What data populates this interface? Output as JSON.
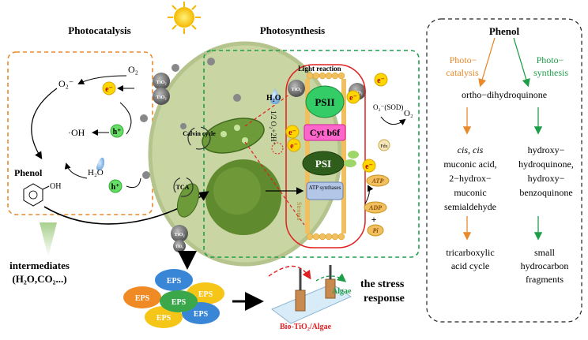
{
  "photocatalysis_panel": {
    "title": "Photocatalysis",
    "o2": "O₂",
    "o2_radical": "O₂⁻",
    "electron": "e⁻",
    "hydroxyl": "·OH",
    "hole": "h⁺",
    "water": "H₂O",
    "phenol": "Phenol",
    "oh": "OH",
    "tio2": "TiO₂",
    "tio2_small": "TiO₂"
  },
  "intermediates": {
    "line1": "intermediates",
    "line2": "(H₂O,CO₂...)"
  },
  "photosynthesis_panel": {
    "title": "Photosynthesis",
    "light_reaction": "Light reaction",
    "water": "H₂O",
    "water_split": "1/2 O₂+2H⁺",
    "calvin": "Calvin cycle",
    "tca": "TCA",
    "psii": "PSII",
    "cytb6f": "Cyt b6f",
    "psi": "PSI",
    "atp_synthases": "ATP synthases",
    "atp": "ATP",
    "adp": "ADP",
    "plus": "+",
    "pi": "Pi",
    "sod": "O₂⁻(SOD)",
    "o2": "O₂",
    "fdx": "Fdx",
    "stroma": "Stroma"
  },
  "eps": {
    "label": "EPS"
  },
  "stress": {
    "title_line1": "the stress",
    "title_line2": "response",
    "algae": "Algae",
    "bio": "Bio-TiO₂/Algae"
  },
  "pathway": {
    "title": "Phenol",
    "left_branch": "Photo−catalysis",
    "left_line1": "Photo−",
    "left_line2": "catalysis",
    "right_line1": "Photo−",
    "right_line2": "synthesis",
    "step1": "ortho−dihydroquinone",
    "left_products": [
      "cis, cis",
      "muconic acid,",
      "2−hydrox−",
      "muconic",
      "semialdehyde"
    ],
    "right_products": [
      "hydroxy−",
      "hydroquinone,",
      "hydroxy−",
      "benzoquinone"
    ],
    "left_final": [
      "tricarboxylic",
      "acid cycle"
    ],
    "right_final": [
      "small",
      "hydrocarbon",
      "fragments"
    ]
  },
  "colors": {
    "orange": "#e8892b",
    "green": "#1f9e4a",
    "cell": "#c9d6a3",
    "electron_fill": "#ffd700",
    "hole_fill": "#66dd66",
    "psii": "#33cc66",
    "cytb6f": "#ff66cc",
    "psi": "#2f5d1c",
    "eps_blue": "#3a86d6",
    "eps_orange": "#f08a24",
    "eps_yellow": "#f5c518",
    "eps_green": "#3aa84a",
    "red": "#e02020"
  }
}
